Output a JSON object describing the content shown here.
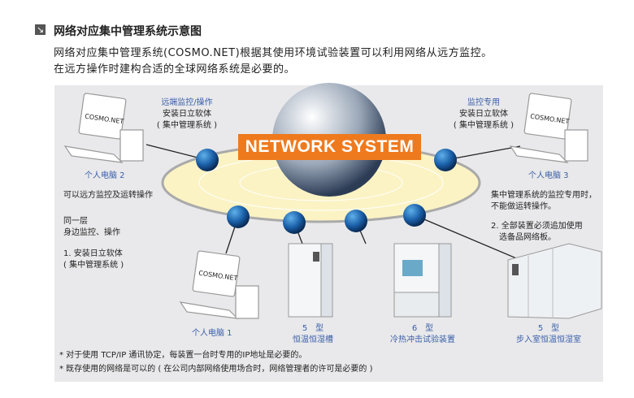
{
  "header": {
    "icon": "arrow-down-right-icon",
    "title": "网络对应集中管理系统示意图"
  },
  "intro": {
    "line1": "网络对应集中管理系统(COSMO.NET)根据其使用环境试验装置可以利用网络从远方监控。",
    "line2": "在远方操作时建构合适的全球网络系统是必要的。"
  },
  "diagram": {
    "banner": "NETWORK SYSTEM",
    "screen_label": "COSMO.NET",
    "pc2": {
      "role": "远端监控/操作",
      "software": "安装日立软体",
      "system": "( 集中管理系统 )",
      "name": "个人电脑 2",
      "desc": "可以远方监控及运转操作"
    },
    "pc1": {
      "note1": "同一层",
      "note2": "身边监控、操作",
      "note3": "1. 安装日立软体",
      "note4": "( 集中管理系统 )",
      "name": "个人电脑 1"
    },
    "pc3": {
      "role": "监控专用",
      "software": "安装日立软体",
      "system": "( 集中管理系统 )",
      "name": "个人电脑 3",
      "desc1": "集中管理系统的监控专用时，",
      "desc2": "不能做运转操作。",
      "note1": "2. 全部装置必须追加使用",
      "note2": "选备品网络板。"
    },
    "devices": [
      {
        "type": "5　型",
        "name": "恒温恒湿槽"
      },
      {
        "type": "6　型",
        "name": "冷热冲击试验装置"
      },
      {
        "type": "5　型",
        "name": "步入室恒温恒湿室"
      }
    ]
  },
  "footnotes": [
    "* 对于使用 TCP/IP 通讯协定，每装置一台时专用的IP地址是必要的。",
    "* 既存使用的网络是可以的 ( 在公司内部网络使用场合时，网络管理者的许可是必要的 )"
  ],
  "colors": {
    "accent": "#ef7a1e",
    "label_blue": "#3a5fa8",
    "panel": "#e9e9eb",
    "ring": "#fbf3c4"
  }
}
